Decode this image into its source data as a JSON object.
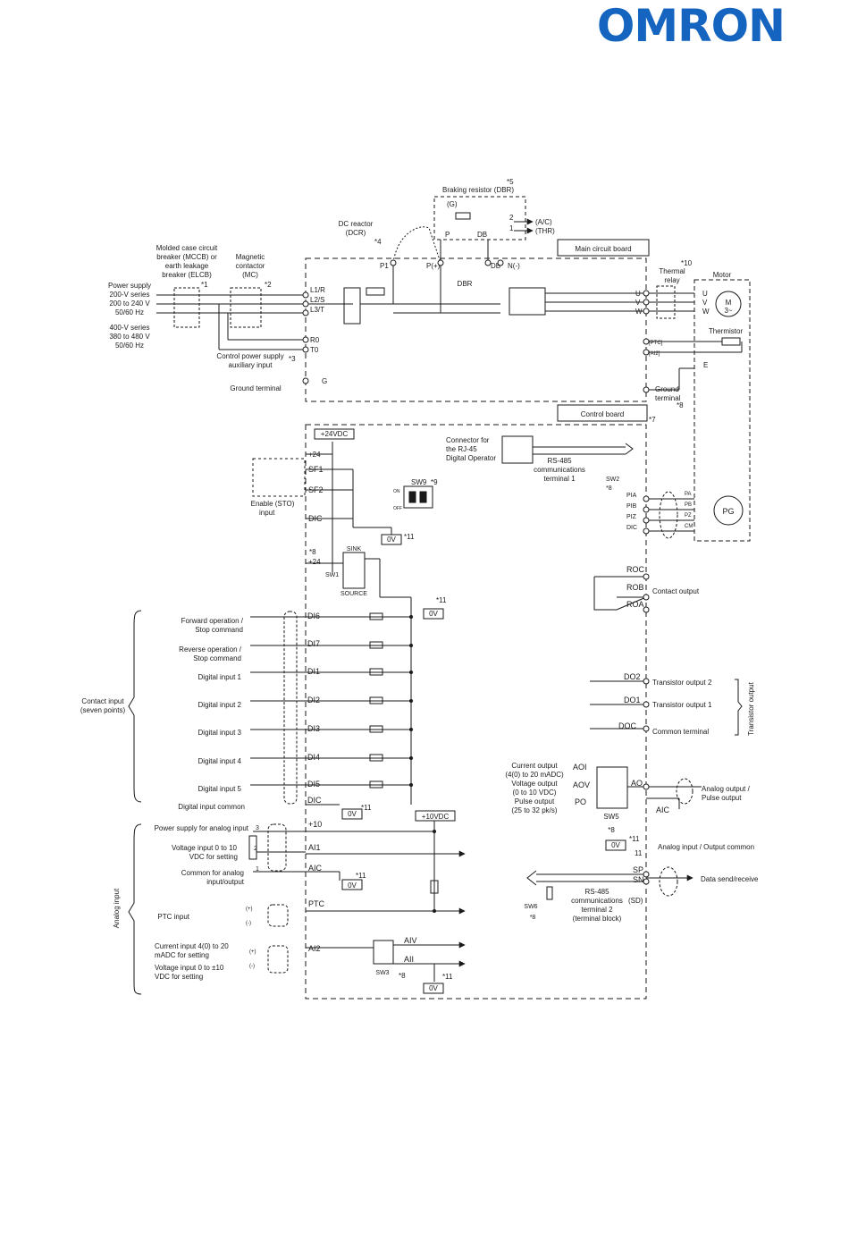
{
  "brand": {
    "name": "OMRON",
    "color": "#1565c0"
  },
  "colors": {
    "ink": "#1a1a1a",
    "dash": "#333333"
  },
  "boxes": {
    "main_circuit_board": "Main circuit board",
    "control_board": "Control board",
    "control_board_note": "*7",
    "motor": "Motor"
  },
  "power": {
    "mccb": [
      "Molded case circuit",
      "breaker (MCCB) or",
      "earth leakage",
      "breaker (ELCB)"
    ],
    "mccb_note": "*1",
    "mc": [
      "Magnetic",
      "contactor",
      "(MC)"
    ],
    "mc_note": "*2",
    "supply": [
      "Power supply",
      "200-V series",
      "200 to 240 V",
      "50/60 Hz",
      "400-V series",
      "380 to 480 V",
      "50/60 Hz"
    ],
    "inputs": [
      "L1/R",
      "L2/S",
      "L3/T"
    ],
    "aux": [
      "R0",
      "T0"
    ],
    "aux_label": [
      "Control power supply",
      "auxiliary input"
    ],
    "aux_note": "*3",
    "ground_left": "Ground terminal",
    "ground_g": "G",
    "dcr": [
      "DC reactor",
      "(DCR)"
    ],
    "dcr_note": "*4",
    "p1": "P1",
    "pplus": "P(+)",
    "db": "DB",
    "nminus": "N(-)",
    "dbr": "DBR",
    "braking": "Braking resistor (DBR)",
    "braking_note": "*5",
    "braking_g": "(G)",
    "braking_p": "P",
    "braking_db": "DB",
    "braking_ac": "(A/C)",
    "braking_thr": "(THR)",
    "braking_pins": [
      "2",
      "1"
    ],
    "outputs": [
      "U",
      "V",
      "W"
    ],
    "thermal_relay": [
      "Thermal",
      "relay"
    ],
    "thermal_note": "*10",
    "motor_m": "M",
    "motor_phase": "3~",
    "thermistor": "Thermistor",
    "ptc": "[PTC]",
    "ai2": "[AI2]",
    "e": "E",
    "ground_right": [
      "Ground",
      "terminal"
    ],
    "ground_right_note": "*8"
  },
  "control": {
    "v24": "+24VDC",
    "plus24": "+24",
    "sf1": "SF1",
    "sf2": "SF2",
    "dic": "DIC",
    "enable": [
      "Enable (STO)",
      "input"
    ],
    "sw9": "SW9",
    "sw9_note": "*9",
    "sw9_on": "ON",
    "sw9_off": "OFF",
    "zero_v": "0V",
    "note11": "*11",
    "rj45": [
      "Connector for",
      "the RJ-45",
      "Digital Operator"
    ],
    "rs485_1": [
      "RS-485",
      "communications",
      "terminal 1"
    ],
    "sw2": "SW2",
    "sw2_note": "*8",
    "pg_terms": [
      "PIA",
      "PIB",
      "PIZ",
      "DIC"
    ],
    "pg_motor_terms": [
      "PA",
      "PB",
      "PZ",
      "CM"
    ],
    "pg": "PG",
    "plus24_b_note": "*8",
    "sink": "SINK",
    "source": "SOURCE",
    "sw1": "SW1",
    "relay_terms": [
      "ROC",
      "ROB",
      "ROA"
    ],
    "contact_output": "Contact output",
    "contact_input_group": [
      "Contact input",
      "(seven points)"
    ],
    "di": [
      {
        "term": "DI6",
        "label": [
          "Forward operation /",
          "Stop command"
        ]
      },
      {
        "term": "DI7",
        "label": [
          "Reverse operation /",
          "Stop command"
        ]
      },
      {
        "term": "DI1",
        "label": [
          "Digital input 1"
        ]
      },
      {
        "term": "DI2",
        "label": [
          "Digital input 2"
        ]
      },
      {
        "term": "DI3",
        "label": [
          "Digital input 3"
        ]
      },
      {
        "term": "DI4",
        "label": [
          "Digital input 4"
        ]
      },
      {
        "term": "DI5",
        "label": [
          "Digital input 5"
        ]
      }
    ],
    "dic_common_label": "Digital input common",
    "do": [
      "DO2",
      "DO1",
      "DOC"
    ],
    "do_labels": [
      "Transistor output 2",
      "Transistor output 1",
      "Common terminal"
    ],
    "transistor_group": "Transistor output",
    "ao_left": [
      "Current output",
      "(4(0) to 20 mADC)",
      "Voltage output",
      "(0 to 10 VDC)",
      "Pulse output",
      "(25 to 32 pk/s)"
    ],
    "ao_terms": [
      "AOI",
      "AOV",
      "PO"
    ],
    "ao": "AO",
    "aic": "AIC",
    "sw5": "SW5",
    "sw5_note": "*8",
    "ao_right": [
      "Analog output /",
      "Pulse output"
    ],
    "ao_common": "Analog input / Output common",
    "ao_common_note": "11",
    "analog_group": "Analog input",
    "plus10": "+10",
    "plus10vdc": "+10VDC",
    "ai1": "AI1",
    "aic2": "AIC",
    "ptc_term": "PTC",
    "ai2_term": "AI2",
    "aiv": "AIV",
    "aii": "AII",
    "sw3": "SW3",
    "sw3_note": "*8",
    "pot_pins": [
      "3",
      "2",
      "1"
    ],
    "analog_labels": {
      "supply": "Power supply for analog input",
      "voltage": [
        "Voltage input 0 to 10",
        "VDC for setting"
      ],
      "common": [
        "Common for analog",
        "input/output"
      ],
      "ptc": "PTC input",
      "current": [
        "Current input 4(0) to 20",
        "mADC for setting"
      ],
      "voltage_pm": [
        "Voltage input 0 to ±10",
        "VDC for setting"
      ]
    },
    "plus_sign": "(+)",
    "minus_sign": "(-)",
    "rs485_2_terms": [
      "SP",
      "SN",
      "(SD)"
    ],
    "data_send": "Data send/receive",
    "rs485_2": [
      "RS-485",
      "communications",
      "terminal 2",
      "(terminal block)"
    ],
    "sw6": "SW6",
    "sw6_note": "*8"
  }
}
